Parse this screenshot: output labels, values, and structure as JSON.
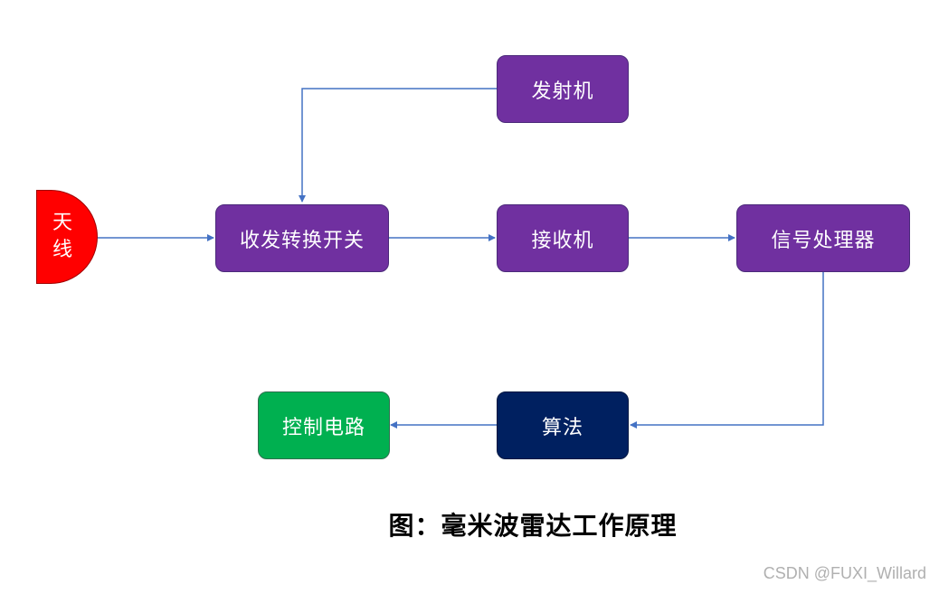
{
  "nodes": {
    "antenna": "天线",
    "switch": "收发转换开关",
    "transmitter": "发射机",
    "receiver": "接收机",
    "processor": "信号处理器",
    "algorithm": "算法",
    "control": "控制电路"
  },
  "caption": "图：毫米波雷达工作原理",
  "watermark": "CSDN @FUXI_Willard",
  "colors": {
    "module": "#7030a0",
    "algorithm": "#002060",
    "control": "#00b050",
    "antenna": "#ff0000",
    "connector": "#4472c4"
  }
}
